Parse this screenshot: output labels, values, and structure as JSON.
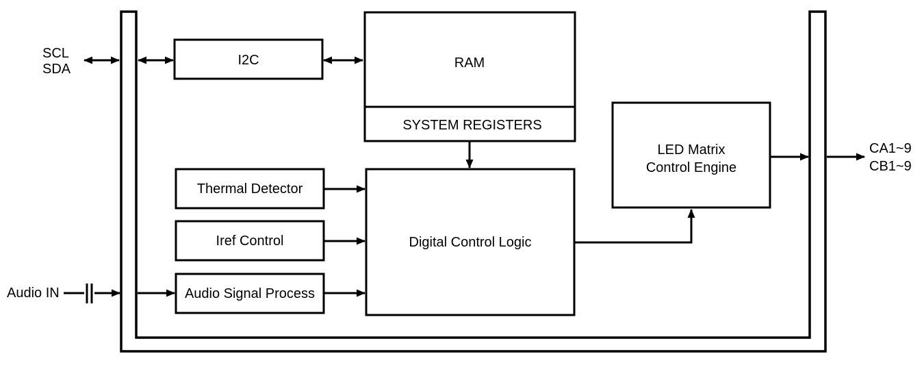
{
  "diagram": {
    "background_color": "#ffffff",
    "line_color": "#000000",
    "blocks": {
      "i2c": {
        "label": "I2C"
      },
      "ram": {
        "label": "RAM"
      },
      "system_registers": {
        "label": "SYSTEM REGISTERS"
      },
      "thermal_detector": {
        "label": "Thermal Detector"
      },
      "iref_control": {
        "label": "Iref Control"
      },
      "audio_signal_process": {
        "label": "Audio Signal Process"
      },
      "digital_control_logic": {
        "label": "Digital Control Logic"
      },
      "led_matrix_control_engine": {
        "label_line1": "LED Matrix",
        "label_line2": "Control Engine"
      }
    },
    "pins": {
      "scl": {
        "label": "SCL"
      },
      "sda": {
        "label": "SDA"
      },
      "audio_in": {
        "label": "Audio IN"
      },
      "ca": {
        "label": "CA1~9"
      },
      "cb": {
        "label": "CB1~9"
      }
    }
  }
}
